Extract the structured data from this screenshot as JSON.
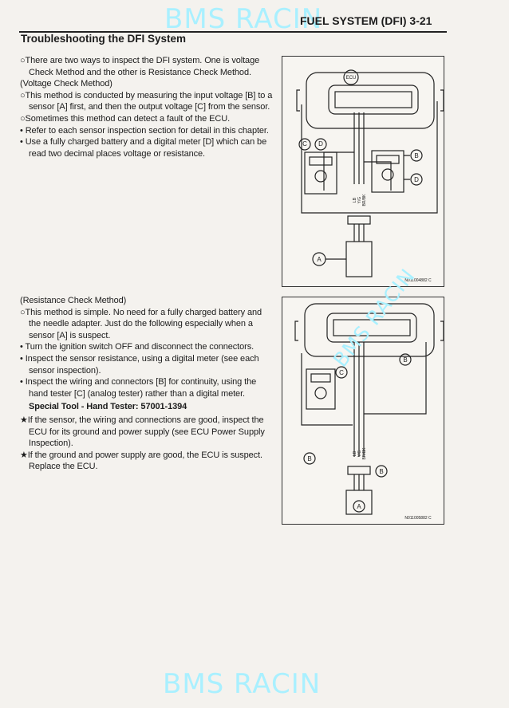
{
  "watermark": {
    "top": "BMS RACIN",
    "bottom": "BMS RACIN",
    "diagonal": "BMS RACIN"
  },
  "header": {
    "section": "FUEL SYSTEM (DFI) 3-21",
    "title": "Troubleshooting the DFI System"
  },
  "intro": [
    "○There are two ways to inspect the DFI system. One is voltage Check Method and the other is Resistance Check Method.",
    "(Voltage Check Method)",
    "○This method is conducted by measuring the input voltage [B] to a sensor [A] first, and then the output voltage [C] from the sensor.",
    "○Sometimes this method can detect a fault of the ECU.",
    "• Refer to each sensor inspection section for detail in this chapter.",
    "• Use a fully charged battery and a digital meter [D] which can be read two decimal places voltage or resistance."
  ],
  "resistance": [
    "(Resistance Check Method)",
    "○This method is simple. No need for a fully charged battery and the needle adapter. Just do the following especially when a sensor [A] is suspect.",
    "• Turn the ignition switch OFF and disconnect the connectors.",
    "• Inspect the sensor resistance, using a digital meter (see each sensor inspection).",
    "• Inspect the wiring and connectors [B] for continuity, using the hand tester [C] (analog tester) rather than a digital meter.",
    "Special Tool - Hand Tester: 57001-1394",
    "★If the sensor, the wiring and connections are good, inspect the ECU for its ground and power supply (see ECU Power Supply Inspection).",
    "★If the ground and power supply are good, the ECU is suspect. Replace the ECU."
  ],
  "figure1": {
    "ecu": "ECU",
    "a": "A",
    "b": "B",
    "c": "C",
    "d": "D",
    "wire1": "LB",
    "wire2": "Y/G",
    "wire3": "BR/BK",
    "number": "N011004882 C"
  },
  "figure2": {
    "a": "A",
    "b": "B",
    "c": "C",
    "wire1": "LB",
    "wire2": "Y/G",
    "wire3": "BR/BK",
    "number": "N011005882 C"
  }
}
